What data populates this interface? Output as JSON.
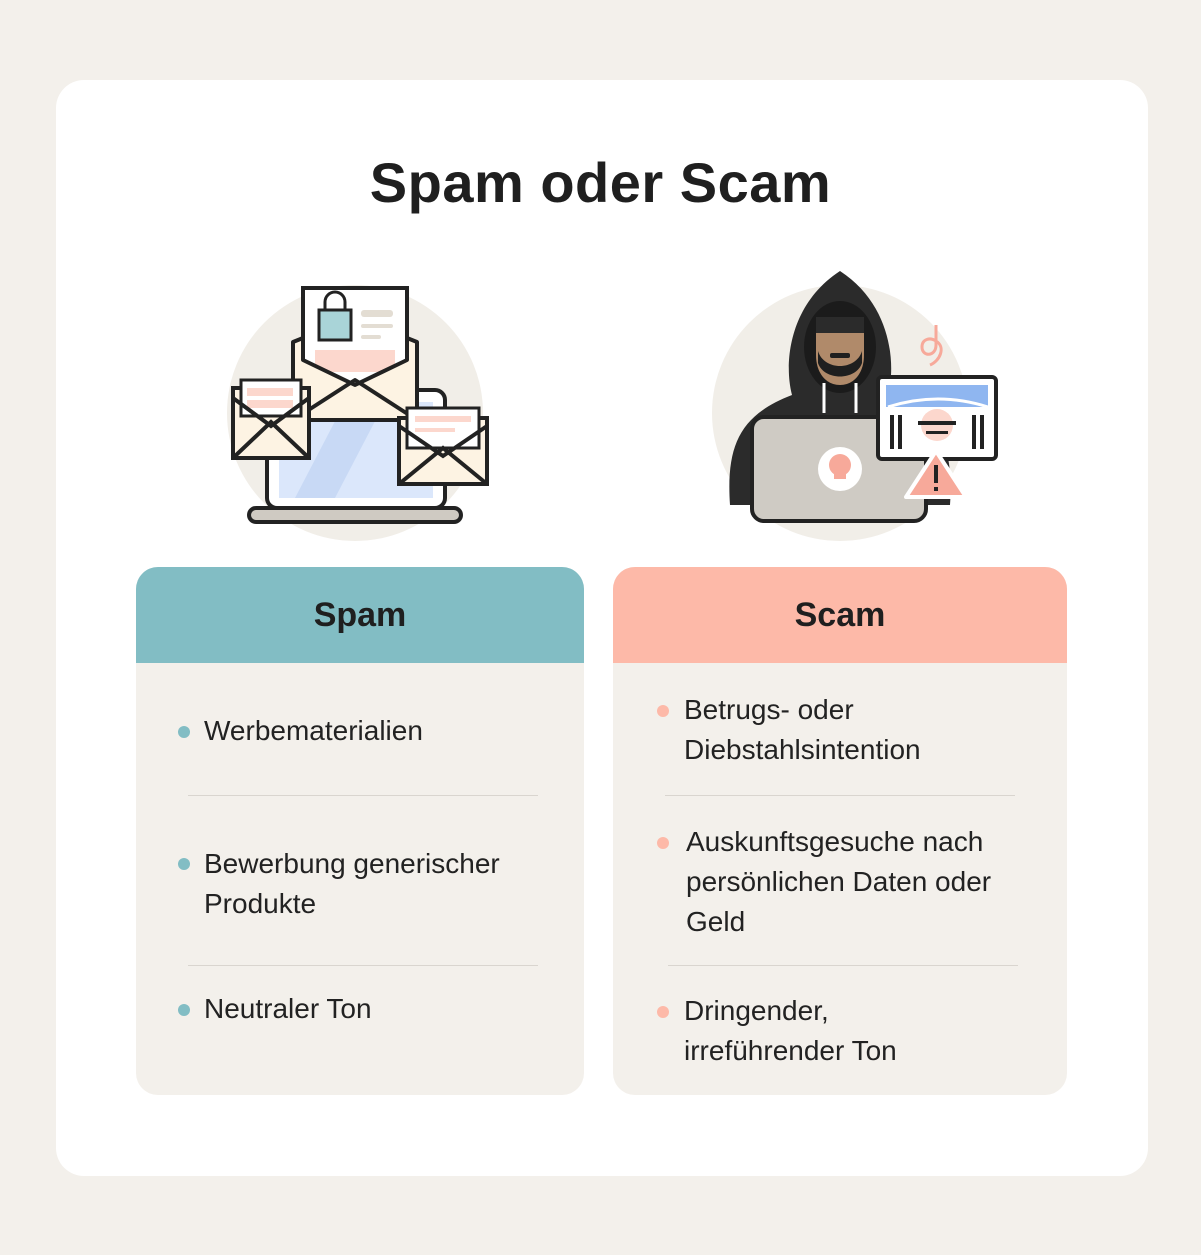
{
  "title": "Spam oder Scam",
  "colors": {
    "background": "#f3f0eb",
    "spam_accent": "#82bdc4",
    "scam_accent": "#fdb9a8"
  },
  "illustrations": {
    "spam": "envelopes-laptop-icon",
    "scam": "hooded-hacker-laptop-icon"
  },
  "spam": {
    "heading": "Spam",
    "items": [
      "Werbematerialien",
      "Bewerbung generischer Produkte",
      "Neutraler Ton"
    ]
  },
  "scam": {
    "heading": "Scam",
    "items": [
      "Betrugs- oder Diebstahlsintention",
      "Auskunftsgesuche nach persönlichen Daten oder Geld",
      "Dringender, irreführender Ton"
    ]
  }
}
